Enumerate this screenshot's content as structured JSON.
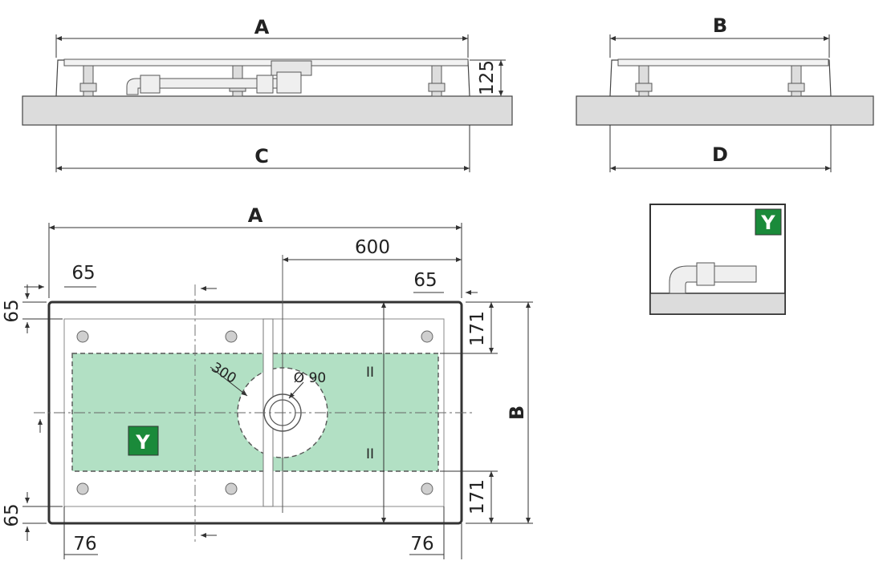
{
  "side_view_length": {
    "top_label": "A",
    "bottom_label": "C",
    "height_label": "125"
  },
  "side_view_width": {
    "top_label": "B",
    "bottom_label": "D"
  },
  "plan_view": {
    "length_label": "A",
    "width_label": "B",
    "drain_offset": "600",
    "edge_left": "65",
    "edge_right": "65",
    "edge_top": "65",
    "edge_bottom": "65",
    "foot_left": "76",
    "foot_right": "76",
    "foot_top": "171",
    "foot_bottom": "171",
    "radius": "300",
    "drain_diameter": "Ø 90",
    "parallel_mark_top": "II",
    "parallel_mark_bottom": "II",
    "zone_label": "Y"
  },
  "detail": {
    "zone_label": "Y"
  },
  "colors": {
    "zone_fill": "#b2e0c4",
    "badge": "#1a8a3a",
    "floor": "#dcdcdc",
    "line": "#333333"
  }
}
